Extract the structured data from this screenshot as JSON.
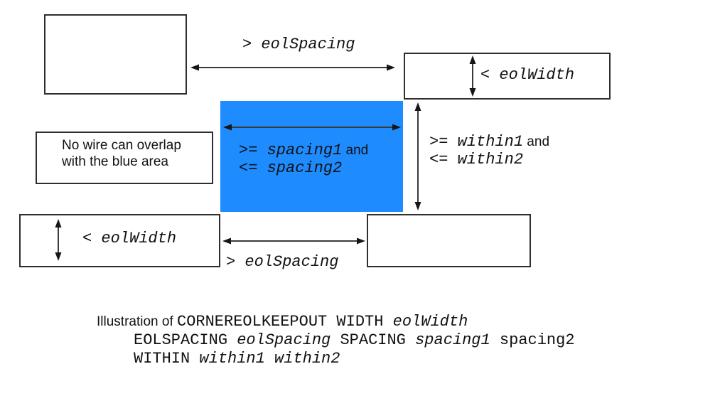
{
  "colors": {
    "keepout_blue": "#1e8cff",
    "box_border": "#2e2e2e",
    "arrow_line": "#3a3a3a",
    "text": "#111111",
    "background": "#ffffff"
  },
  "icons": {
    "double_arrow_horizontal": "↔",
    "double_arrow_vertical": "↕"
  },
  "labels": {
    "eol_spacing_top": {
      "op": "> ",
      "var": "eolSpacing"
    },
    "eol_width_top": {
      "op": "< ",
      "var": "eolWidth"
    },
    "spacing": {
      "ge": ">= ",
      "var1": "spacing1",
      "and": " and",
      "le": "<= ",
      "var2": "spacing2"
    },
    "within": {
      "ge": ">= ",
      "var1": "within1",
      "and": " and",
      "le": "<= ",
      "var2": "within2"
    },
    "eol_width_bottom": {
      "op": "< ",
      "var": "eolWidth"
    },
    "eol_spacing_bottom": {
      "op": "> ",
      "var": "eolSpacing"
    },
    "note": {
      "line1": "No wire can overlap",
      "line2": "with the blue area"
    }
  },
  "caption": {
    "line1": {
      "sans": "Illustration of ",
      "keyword": "CORNEREOLKEEPOUT WIDTH ",
      "var": "eolWidth"
    },
    "line2": {
      "kw1": "EOLSPACING ",
      "var1": "eolSpacing",
      "kw2": " SPACING ",
      "var2": "spacing1",
      "plain": " spacing2"
    },
    "line3": {
      "kw": "WITHIN ",
      "vars": "within1 within2"
    }
  }
}
